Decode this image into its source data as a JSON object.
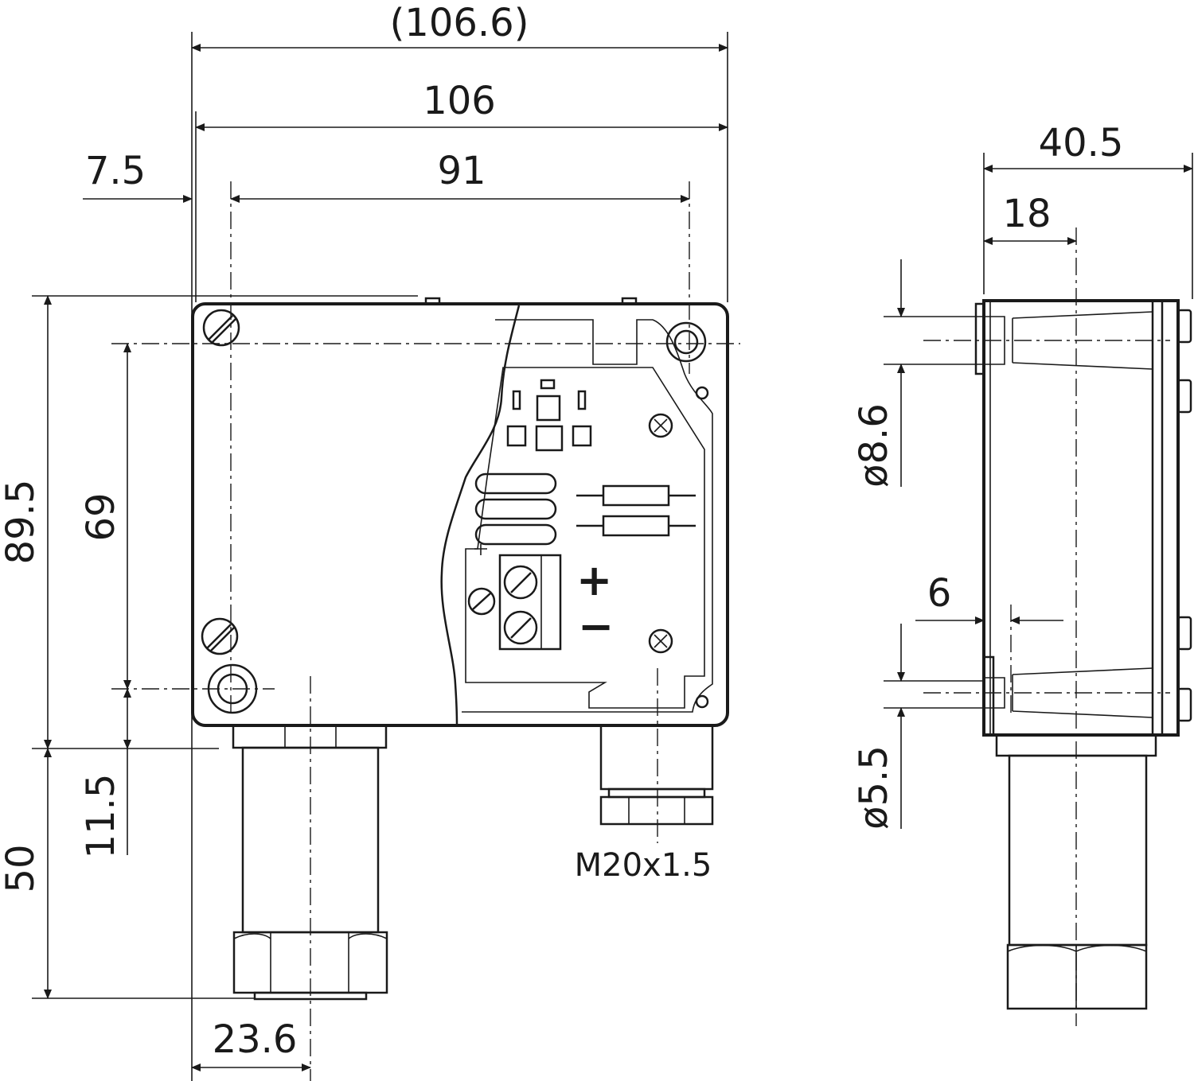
{
  "dimensions": {
    "overall_width_ref": "(106.6)",
    "overall_width": "106",
    "hole_spacing_x": "91",
    "hole_offset_x": "7.5",
    "height": "89.5",
    "hole_spacing_y": "69",
    "hole_offset_y": "11.5",
    "fitting_length": "50",
    "fitting_offset": "23.6",
    "side_depth": "40.5",
    "side_center": "18",
    "side_wall": "6",
    "hole_dia_large": "ø8.6",
    "hole_dia_small": "ø5.5",
    "thread": "M20x1.5"
  },
  "symbols": {
    "plus": "+",
    "minus": "−"
  },
  "colors": {
    "line": "#1a1a1a",
    "background": "#ffffff"
  }
}
